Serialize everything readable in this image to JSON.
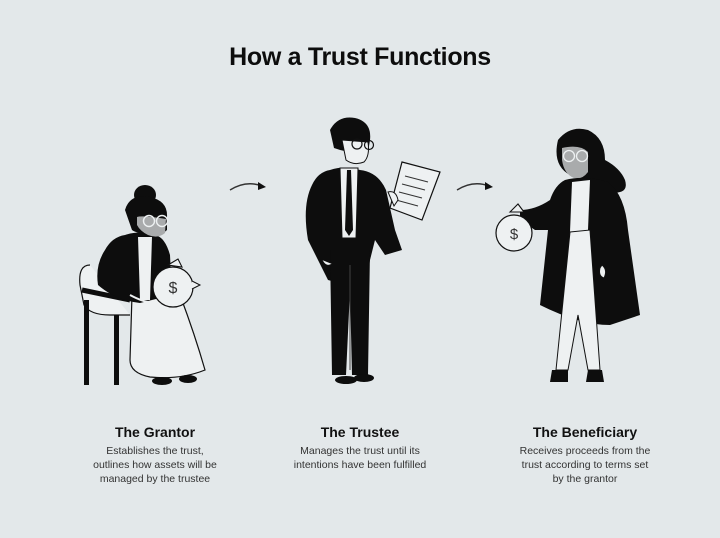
{
  "title": "How a Trust Functions",
  "colors": {
    "background": "#e3e8ea",
    "ink": "#0d0d0d",
    "skin": "#a9abac",
    "light": "#eef1f2"
  },
  "stages": [
    {
      "role": "The Grantor",
      "description": "Establishes the trust, outlines how assets will be managed by the trustee",
      "desc_lines": [
        "Establishes the trust,",
        "outlines how assets will be",
        "managed by the trustee"
      ],
      "icon": "seated-woman-with-money-bag-icon"
    },
    {
      "role": "The Trustee",
      "description": "Manages the trust until its intentions have been fulfilled",
      "desc_lines": [
        "Manages the trust until its",
        "intentions have been fulfilled"
      ],
      "icon": "man-in-suit-reading-document-icon"
    },
    {
      "role": "The Beneficiary",
      "description": "Receives proceeds from the trust according to terms set by the grantor",
      "desc_lines": [
        "Receives proceeds from the",
        "trust according to terms set",
        "by the grantor"
      ],
      "icon": "woman-holding-money-bag-icon"
    }
  ],
  "arrows": [
    {
      "from": "The Grantor",
      "to": "The Trustee",
      "icon": "curved-arrow-right-icon"
    },
    {
      "from": "The Trustee",
      "to": "The Beneficiary",
      "icon": "curved-arrow-right-icon"
    }
  ],
  "money_symbol": "$"
}
